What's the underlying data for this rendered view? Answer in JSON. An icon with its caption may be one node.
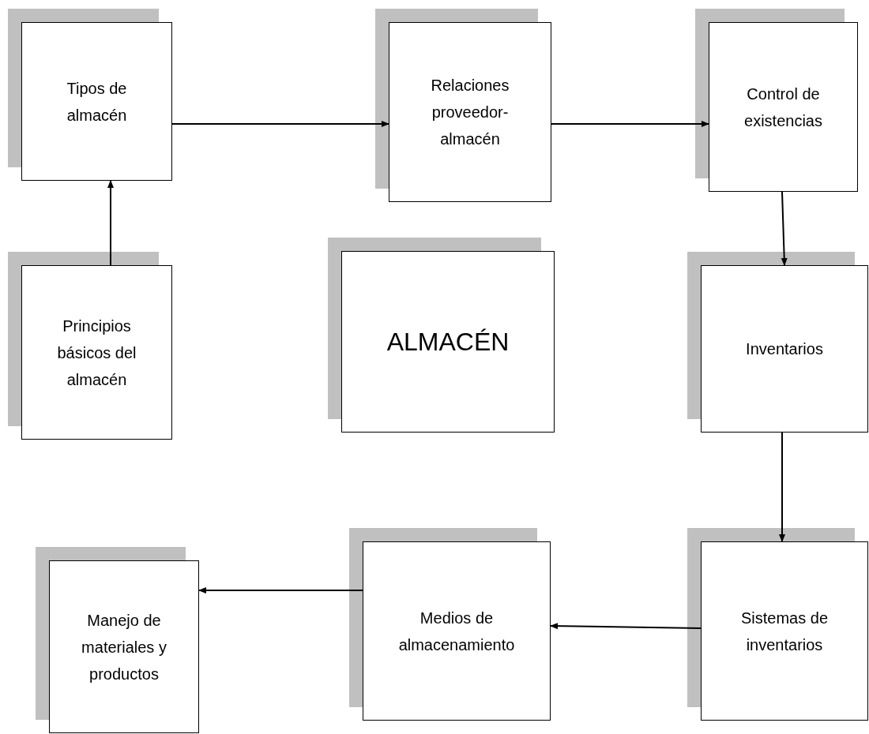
{
  "diagram": {
    "nodes": [
      {
        "text": [
          "Tipos de almacén"
        ]
      },
      {
        "text": [
          "Relaciones proveedor-almacén"
        ]
      },
      {
        "text": [
          "Control de existencias"
        ]
      },
      {
        "text": [
          "Principios básicos del almacén"
        ]
      },
      {
        "text": [
          "ALMACÉN"
        ]
      },
      {
        "text": [
          "Inventarios"
        ]
      },
      {
        "text": [
          "Manejo de materiales y productos"
        ]
      },
      {
        "text": [
          "Medios de almacenamiento"
        ]
      },
      {
        "text": [
          "Sistemas de inventarios"
        ]
      }
    ],
    "edges": [
      {
        "from": 0,
        "to": 1,
        "arrow": "to"
      },
      {
        "from": 1,
        "to": 2,
        "arrow": "to"
      },
      {
        "from": 3,
        "to": 0,
        "arrow": "to"
      },
      {
        "from": 2,
        "to": 5,
        "arrow": "to"
      },
      {
        "from": 5,
        "to": 8,
        "arrow": "to"
      },
      {
        "from": 8,
        "to": 7,
        "arrow": "to"
      },
      {
        "from": 7,
        "to": 6,
        "arrow": "to"
      }
    ]
  }
}
